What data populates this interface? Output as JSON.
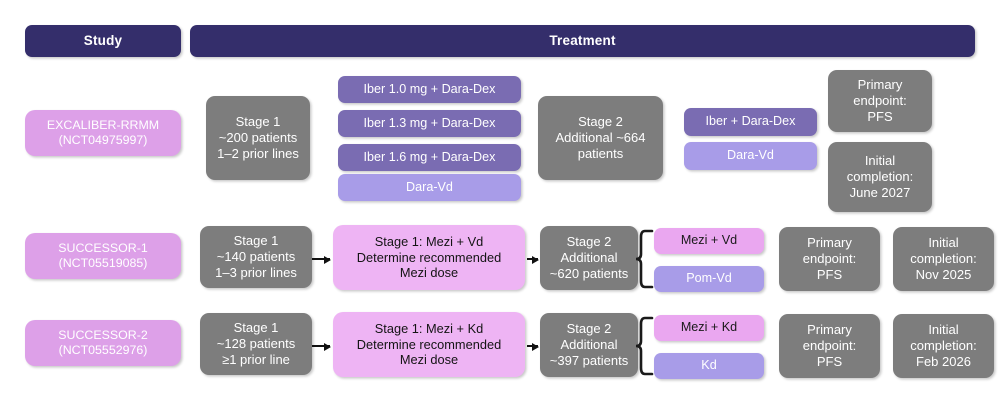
{
  "colors": {
    "header_bar": "#342E6B",
    "study_chip": "#DDA0E8",
    "gray_box": "#7D7D7D",
    "purple_pill": "#7A6CB2",
    "lavender_pill": "#A89CE8",
    "pink_pill": "#EAA7F0",
    "dose_box": "#EEB4F4",
    "background": "#FFFFFF"
  },
  "headers": {
    "study": "Study",
    "treatment": "Treatment"
  },
  "rows": [
    {
      "study_name": "EXCALIBER-RRMM",
      "study_id": "(NCT04975997)",
      "stage1": "Stage 1\n~200 patients\n1–2 prior lines",
      "stage1_arms": [
        {
          "label": "Iber 1.0 mg + Dara-Dex",
          "style": "purple"
        },
        {
          "label": "Iber 1.3 mg + Dara-Dex",
          "style": "purple"
        },
        {
          "label": "Iber 1.6 mg + Dara-Dex",
          "style": "purple"
        },
        {
          "label": "Dara-Vd",
          "style": "lavender"
        }
      ],
      "stage2": "Stage 2\nAdditional ~664\npatients",
      "stage2_arms": [
        {
          "label": "Iber + Dara-Dex",
          "style": "purple"
        },
        {
          "label": "Dara-Vd",
          "style": "lavender"
        }
      ],
      "primary_endpoint": "Primary\nendpoint:\nPFS",
      "initial_completion": "Initial\ncompletion:\nJune 2027",
      "has_arrows": false,
      "has_brace": false
    },
    {
      "study_name": "SUCCESSOR-1",
      "study_id": "(NCT05519085)",
      "stage1": "Stage 1\n~140 patients\n1–3 prior lines",
      "dose_box": "Stage 1: Mezi + Vd\nDetermine recommended\nMezi dose",
      "stage2": "Stage 2\nAdditional\n~620 patients",
      "stage2_arms": [
        {
          "label": "Mezi + Vd",
          "style": "pink"
        },
        {
          "label": "Pom-Vd",
          "style": "lavender"
        }
      ],
      "primary_endpoint": "Primary\nendpoint:\nPFS",
      "initial_completion": "Initial\ncompletion:\nNov 2025",
      "has_arrows": true,
      "has_brace": true
    },
    {
      "study_name": "SUCCESSOR-2",
      "study_id": "(NCT05552976)",
      "stage1": "Stage 1\n~128 patients\n≥1 prior line",
      "dose_box": "Stage 1: Mezi + Kd\nDetermine recommended\nMezi dose",
      "stage2": "Stage 2\nAdditional\n~397 patients",
      "stage2_arms": [
        {
          "label": "Mezi + Kd",
          "style": "pink"
        },
        {
          "label": "Kd",
          "style": "lavender"
        }
      ],
      "primary_endpoint": "Primary\nendpoint:\nPFS",
      "initial_completion": "Initial\ncompletion:\nFeb 2026",
      "has_arrows": true,
      "has_brace": true
    }
  ]
}
